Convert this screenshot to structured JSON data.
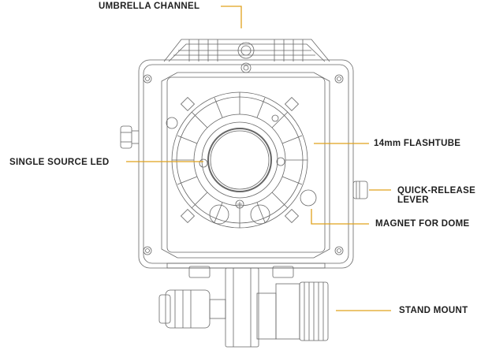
{
  "labels": {
    "umbrella_channel": "UMBRELLA CHANNEL",
    "flashtube": "14mm FLASHTUBE",
    "single_source_led": "SINGLE SOURCE LED",
    "quick_release_line1": "QUICK-RELEASE",
    "quick_release_line2": "LEVER",
    "magnet_for_dome": "MAGNET FOR DOME",
    "stand_mount": "STAND MOUNT"
  },
  "colors": {
    "leader_line": "#e0a21c",
    "drawing_stroke": "#555555",
    "label_text": "#1f1f1f"
  }
}
